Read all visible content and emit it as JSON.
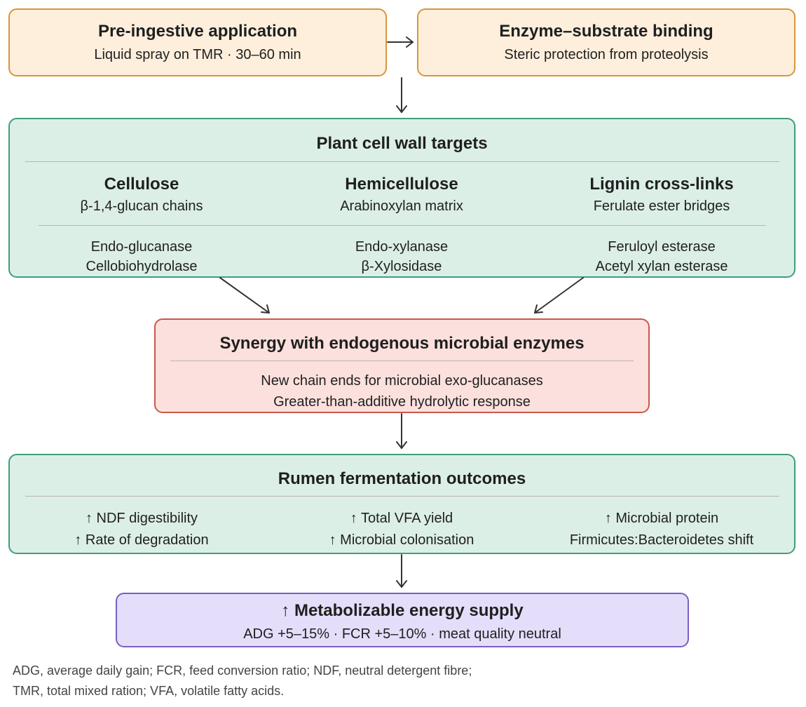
{
  "top_left": {
    "title": "Pre-ingestive application",
    "subtitle": "Liquid spray on TMR · 30–60 min"
  },
  "top_right": {
    "title": "Enzyme–substrate binding",
    "subtitle": "Steric protection from proteolysis"
  },
  "cell_wall": {
    "title": "Plant cell wall targets",
    "columns": [
      {
        "heading": "Cellulose",
        "description": "β-1,4-glucan chains",
        "enzymes": [
          "Endo-glucanase",
          "Cellobiohydrolase"
        ]
      },
      {
        "heading": "Hemicellulose",
        "description": "Arabinoxylan matrix",
        "enzymes": [
          "Endo-xylanase",
          "β-Xylosidase"
        ]
      },
      {
        "heading": "Lignin cross-links",
        "description": "Ferulate ester bridges",
        "enzymes": [
          "Feruloyl esterase",
          "Acetyl xylan esterase"
        ]
      }
    ]
  },
  "synergy": {
    "title": "Synergy with endogenous microbial enzymes",
    "lines": [
      "New chain ends for microbial exo-glucanases",
      "Greater-than-additive hydrolytic response"
    ]
  },
  "rumen": {
    "title": "Rumen fermentation outcomes",
    "columns": [
      [
        "↑ NDF digestibility",
        "↑ Rate of degradation"
      ],
      [
        "↑ Total VFA yield",
        "↑ Microbial colonisation"
      ],
      [
        "↑ Microbial protein",
        "Firmicutes:Bacteroidetes shift"
      ]
    ]
  },
  "energy": {
    "title": "↑ Metabolizable energy supply",
    "subtitle": "ADG +5–15% · FCR +5–10% · meat quality neutral"
  },
  "footnote": [
    "ADG, average daily gain; FCR, feed conversion ratio; NDF, neutral detergent fibre;",
    "TMR, total mixed ration; VFA, volatile fatty acids."
  ],
  "colors": {
    "orange_fill": "#fdefdc",
    "orange_border": "#d8963a",
    "green_fill": "#dcefe7",
    "green_border": "#3f9e78",
    "red_fill": "#fbe0dd",
    "red_border": "#c9584d",
    "purple_fill": "#e4defa",
    "purple_border": "#7a5fc2",
    "arrow": "#333333"
  }
}
